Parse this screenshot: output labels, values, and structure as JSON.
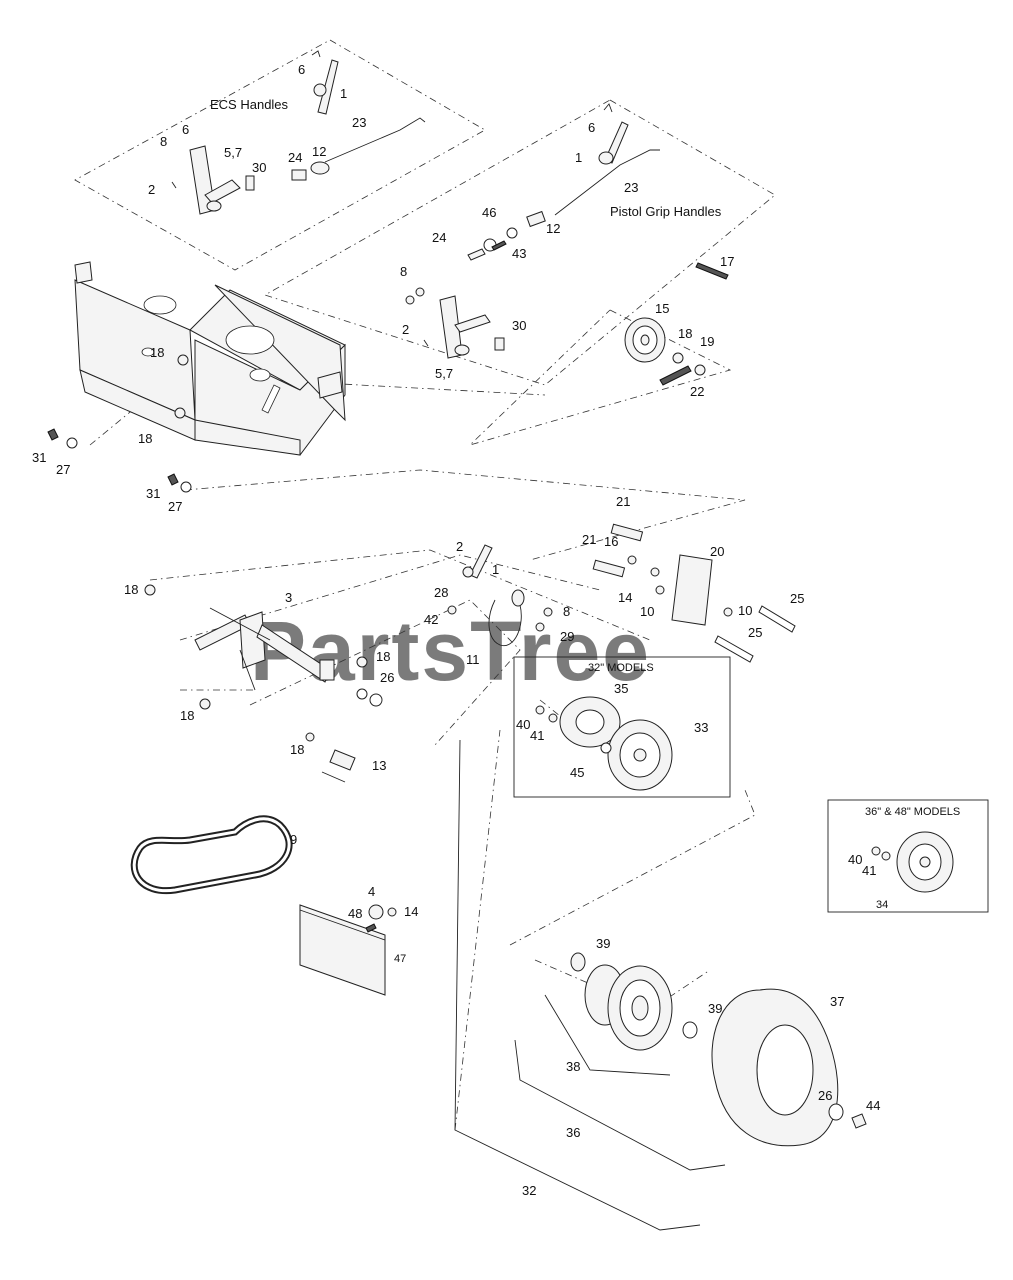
{
  "watermark": "PartsTree",
  "headings": {
    "ecs": "ECS Handles",
    "pistol": "Pistol Grip Handles",
    "models32": "32\" MODELS",
    "models3648": "36\" & 48\" MODELS"
  },
  "callouts": [
    "6",
    "1",
    "8",
    "6",
    "5,7",
    "30",
    "24",
    "12",
    "23",
    "2",
    "6",
    "1",
    "23",
    "46",
    "12",
    "24",
    "43",
    "17",
    "8",
    "2",
    "30",
    "5,7",
    "15",
    "18",
    "19",
    "22",
    "18",
    "18",
    "31",
    "27",
    "31",
    "27",
    "21",
    "2",
    "1",
    "21",
    "16",
    "20",
    "18",
    "3",
    "28",
    "8",
    "42",
    "29",
    "14",
    "10",
    "10",
    "25",
    "25",
    "11",
    "18",
    "26",
    "18",
    "35",
    "33",
    "40",
    "41",
    "45",
    "18",
    "13",
    "9",
    "4",
    "48",
    "14",
    "47",
    "39",
    "39",
    "37",
    "38",
    "36",
    "26",
    "44",
    "32",
    "40",
    "41",
    "34"
  ]
}
